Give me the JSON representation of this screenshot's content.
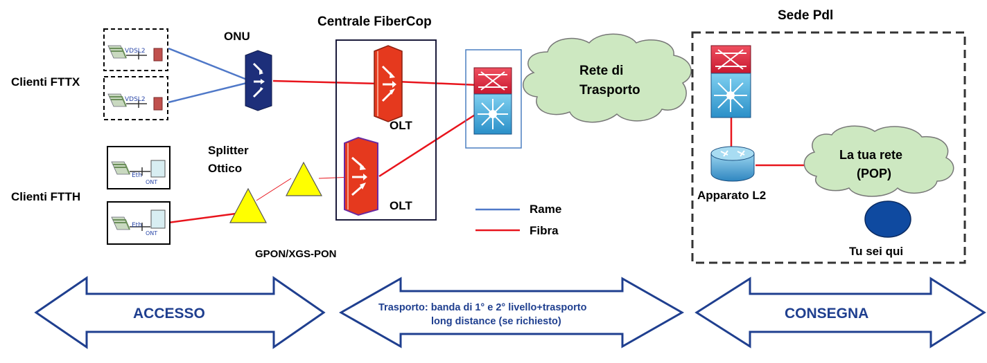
{
  "labels": {
    "clienti_fttx": "Clienti FTTX",
    "clienti_ftth": "Clienti FTTH",
    "onu": "ONU",
    "splitter_line1": "Splitter",
    "splitter_line2": "Ottico",
    "centrale": "Centrale FiberCop",
    "olt_top": "OLT",
    "olt_bottom": "OLT",
    "rete_line1": "Rete di",
    "rete_line2": "Trasporto",
    "sede": "Sede Pdl",
    "apparato": "Apparato L2",
    "la_tua_rete_line1": "La tua rete",
    "la_tua_rete_line2": "(POP)",
    "tu_sei_qui": "Tu sei qui",
    "gpon": "GPON/XGS-PON",
    "vdsl": "VDSL2",
    "eth": "Eth",
    "ont": "ONT"
  },
  "legend": {
    "rame": "Rame",
    "fibra": "Fibra"
  },
  "arrows": {
    "accesso": "ACCESSO",
    "trasporto_line1": "Trasporto: banda di 1° e 2° livello+trasporto",
    "trasporto_line2": "long distance (se  richiesto)",
    "consegna": "CONSEGNA"
  },
  "colors": {
    "copper": "#4f78c8",
    "fiber": "#e8141c",
    "cloud": "#cde8c1",
    "arrow_border": "#1f3f8f",
    "olt": "#e5391e",
    "onu": "#1d2f7a",
    "splitter": "#ffff00"
  }
}
